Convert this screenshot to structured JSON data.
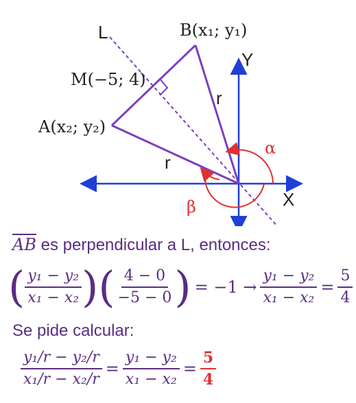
{
  "diagram": {
    "line_label": "L",
    "point_b": "B(x₁; y₁)",
    "point_m": "M(−5; 4)",
    "point_a": "A(x₂; y₂)",
    "axis_y": "Y",
    "axis_x": "X",
    "radius_upper": "r",
    "radius_lower": "r",
    "angle_alpha": "α",
    "angle_beta": "β",
    "colors": {
      "purple": "#7b3fbf",
      "blue": "#1f3fd6",
      "red": "#e03030",
      "dark_purple": "#5a2d82"
    }
  },
  "text": {
    "line1_overline": "AB",
    "line1_rest": "es perpendicular a L, entonces:",
    "eq1": {
      "f1_num": "y₁ − y₂",
      "f1_den": "x₁ − x₂",
      "f2_num": "4 − 0",
      "f2_den": "−5 − 0",
      "equals_minus_one": "= −1 →",
      "f3_num": "y₁ − y₂",
      "f3_den": "x₁ − x₂",
      "eq": "=",
      "f4_num": "5",
      "f4_den": "4"
    },
    "line2": "Se pide calcular:",
    "eq2": {
      "f1_num": "y₁/r − y₂/r",
      "f1_den": "x₁/r − x₂/r",
      "eq_a": "=",
      "f2_num": "y₁ − y₂",
      "f2_den": "x₁ − x₂",
      "eq_b": "=",
      "f3_num": "5",
      "f3_den": "4"
    }
  }
}
